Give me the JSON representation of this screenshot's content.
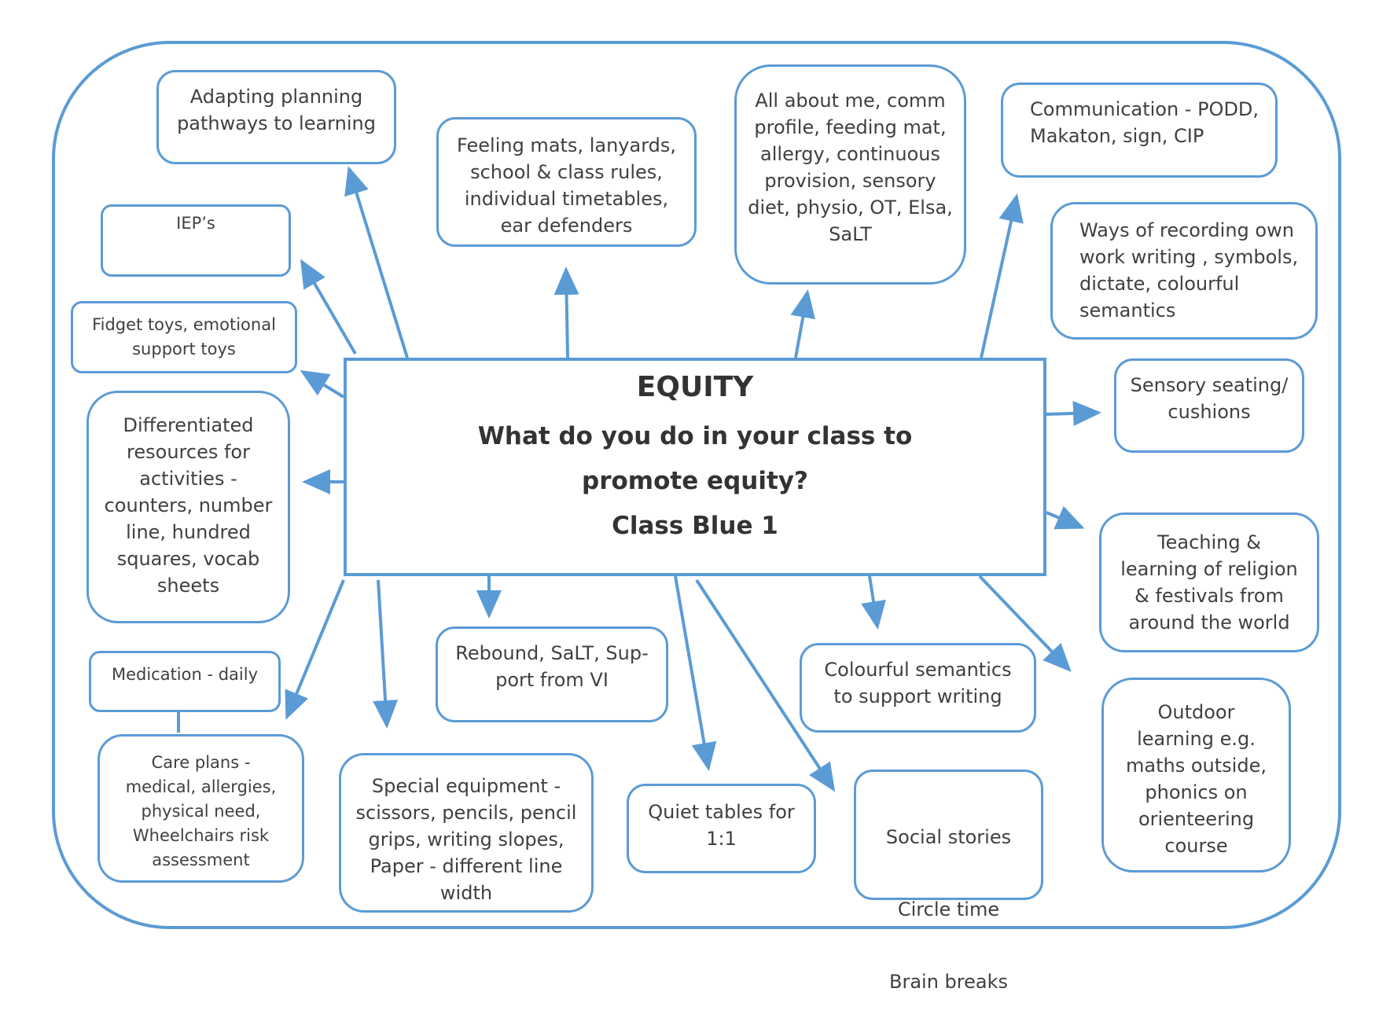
{
  "center": {
    "title": "EQUITY",
    "question_line1": "What do you do in your class to",
    "question_line2": "promote equity?",
    "class_name": "Class Blue 1"
  },
  "nodes": {
    "adapting_planning": "Adapting planning\npathways to learning",
    "ieps": "IEP’s",
    "fidget_toys": "Fidget toys, emotional\nsupport toys",
    "differentiated": "Differentiated\nresources for\nactivities -\ncounters, number\nline, hundred\nsquares, vocab\nsheets",
    "medication": "Medication - daily",
    "care_plans": "Care plans -\nmedical, allergies,\nphysical need,\nWheelchairs risk\nassessment",
    "feeling_mats": "Feeling mats, lanyards,\nschool & class rules,\nindividual timetables,\near defenders",
    "all_about_me": "All about me, comm\nprofile, feeding mat,\nallergy, continuous\nprovision, sensory\ndiet, physio, OT, Elsa,\nSaLT",
    "communication": "Communication - PODD,\nMakaton, sign, CIP",
    "ways_recording": "Ways of recording own\nwork writing , symbols,\ndictate, colourful\nsemantics",
    "sensory_seating": "Sensory seating/\ncushions",
    "teaching_religion": "Teaching &\nlearning of religion\n& festivals from\naround the world",
    "outdoor_learning": "Outdoor\nlearning e.g.\nmaths outside,\nphonics on\norienteering\ncourse",
    "rebound": "Rebound, SaLT, Sup-\nport from VI",
    "special_equipment": "Special equipment -\nscissors, pencils, pencil\ngrips, writing slopes,\nPaper - different line\nwidth",
    "quiet_tables": "Quiet tables for\n1:1",
    "colourful_semantics": "Colourful semantics\nto support writing",
    "social_stories": [
      "Social stories",
      "Circle time",
      "Brain breaks"
    ]
  },
  "colors": {
    "outline": "#5b9bd5",
    "text": "#404040"
  }
}
